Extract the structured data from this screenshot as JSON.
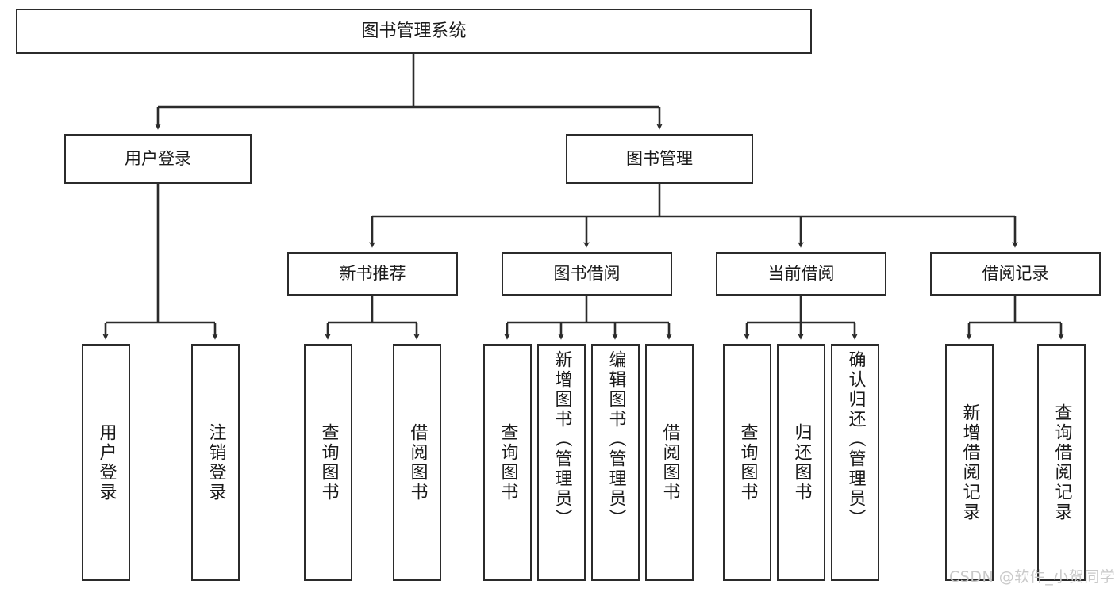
{
  "diagram": {
    "title": "图书管理系统",
    "root": {
      "label": "图书管理系统"
    },
    "level2": [
      {
        "label": "用户登录"
      },
      {
        "label": "图书管理"
      }
    ],
    "level3": [
      {
        "label": "新书推荐"
      },
      {
        "label": "图书借阅"
      },
      {
        "label": "当前借阅"
      },
      {
        "label": "借阅记录"
      }
    ],
    "leaves": {
      "user_login": [
        {
          "label": "用户登录"
        },
        {
          "label": "注销登录"
        }
      ],
      "new_book_recommend": [
        {
          "label": "查询图书"
        },
        {
          "label": "借阅图书"
        }
      ],
      "book_borrow": [
        {
          "label": "查询图书"
        },
        {
          "label": "新增图书（管理员）"
        },
        {
          "label": "编辑图书（管理员）"
        },
        {
          "label": "借阅图书"
        }
      ],
      "current_borrow": [
        {
          "label": "查询图书"
        },
        {
          "label": "归还图书"
        },
        {
          "label": "确认归还（管理员）"
        }
      ],
      "borrow_record": [
        {
          "label": "新增借阅记录"
        },
        {
          "label": "查询借阅记录"
        }
      ]
    }
  },
  "watermark": {
    "text": "CSDN @软件_小贺同学"
  },
  "colors": {
    "border": "#2b2b2b",
    "text": "#1a1a1a",
    "background": "#ffffff",
    "watermark": "#c9c9c9"
  }
}
